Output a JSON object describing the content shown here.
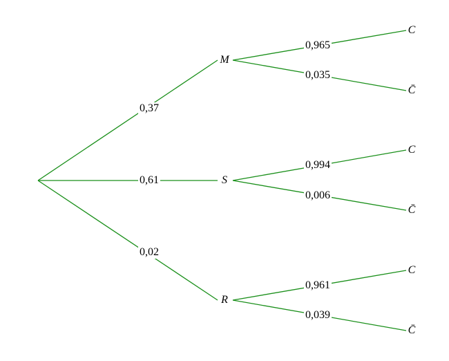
{
  "line_color": "#1a8f1a",
  "first_level": [
    {
      "node": "M",
      "probability": "0,37"
    },
    {
      "node": "S",
      "probability": "0,61"
    },
    {
      "node": "R",
      "probability": "0,02"
    }
  ],
  "second_level": [
    [
      {
        "node": "C",
        "probability": "0,965"
      },
      {
        "node": "C̄",
        "probability": "0,035"
      }
    ],
    [
      {
        "node": "C",
        "probability": "0,994"
      },
      {
        "node": "C̄",
        "probability": "0,006"
      }
    ],
    [
      {
        "node": "C",
        "probability": "0,961"
      },
      {
        "node": "C̄",
        "probability": "0,039"
      }
    ]
  ]
}
